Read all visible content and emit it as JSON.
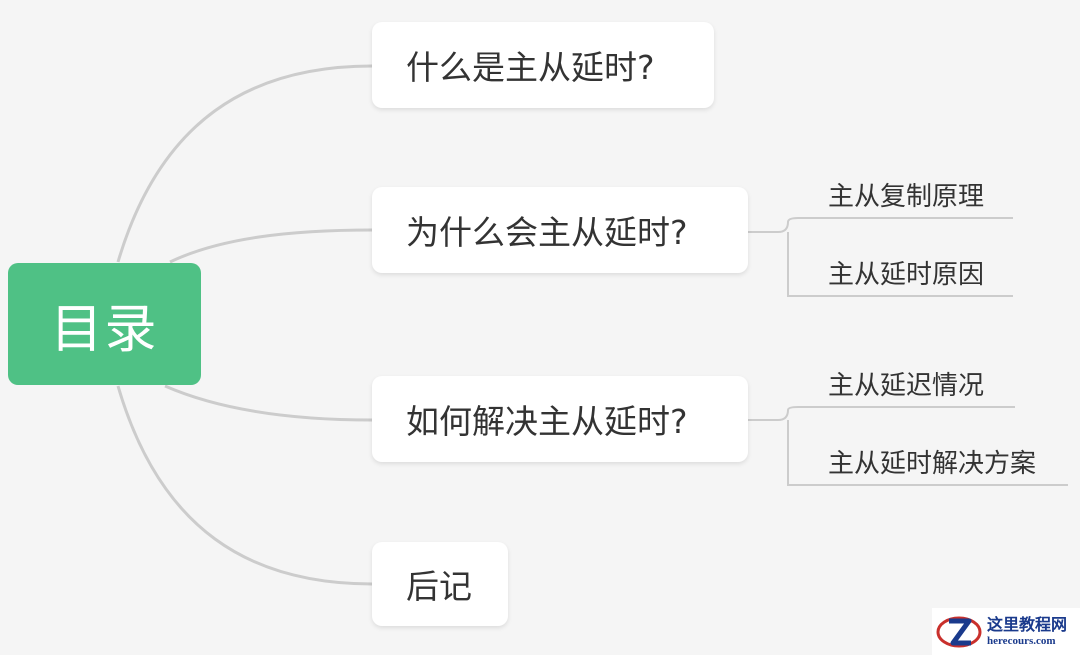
{
  "root": {
    "label": "目录"
  },
  "topics": [
    {
      "label": "什么是主从延时?",
      "children": []
    },
    {
      "label": "为什么会主从延时?",
      "children": [
        "主从复制原理",
        "主从延时原因"
      ]
    },
    {
      "label": "如何解决主从延时?",
      "children": [
        "主从延迟情况",
        "主从延时解决方案"
      ]
    },
    {
      "label": "后记",
      "children": []
    }
  ],
  "watermark": {
    "title": "这里教程网",
    "url": "herecours.com"
  },
  "colors": {
    "root_fill": "#4fc185",
    "topic_fill": "#ffffff",
    "connector": "#cccccc",
    "text": "#333333",
    "background": "#f5f5f5"
  }
}
